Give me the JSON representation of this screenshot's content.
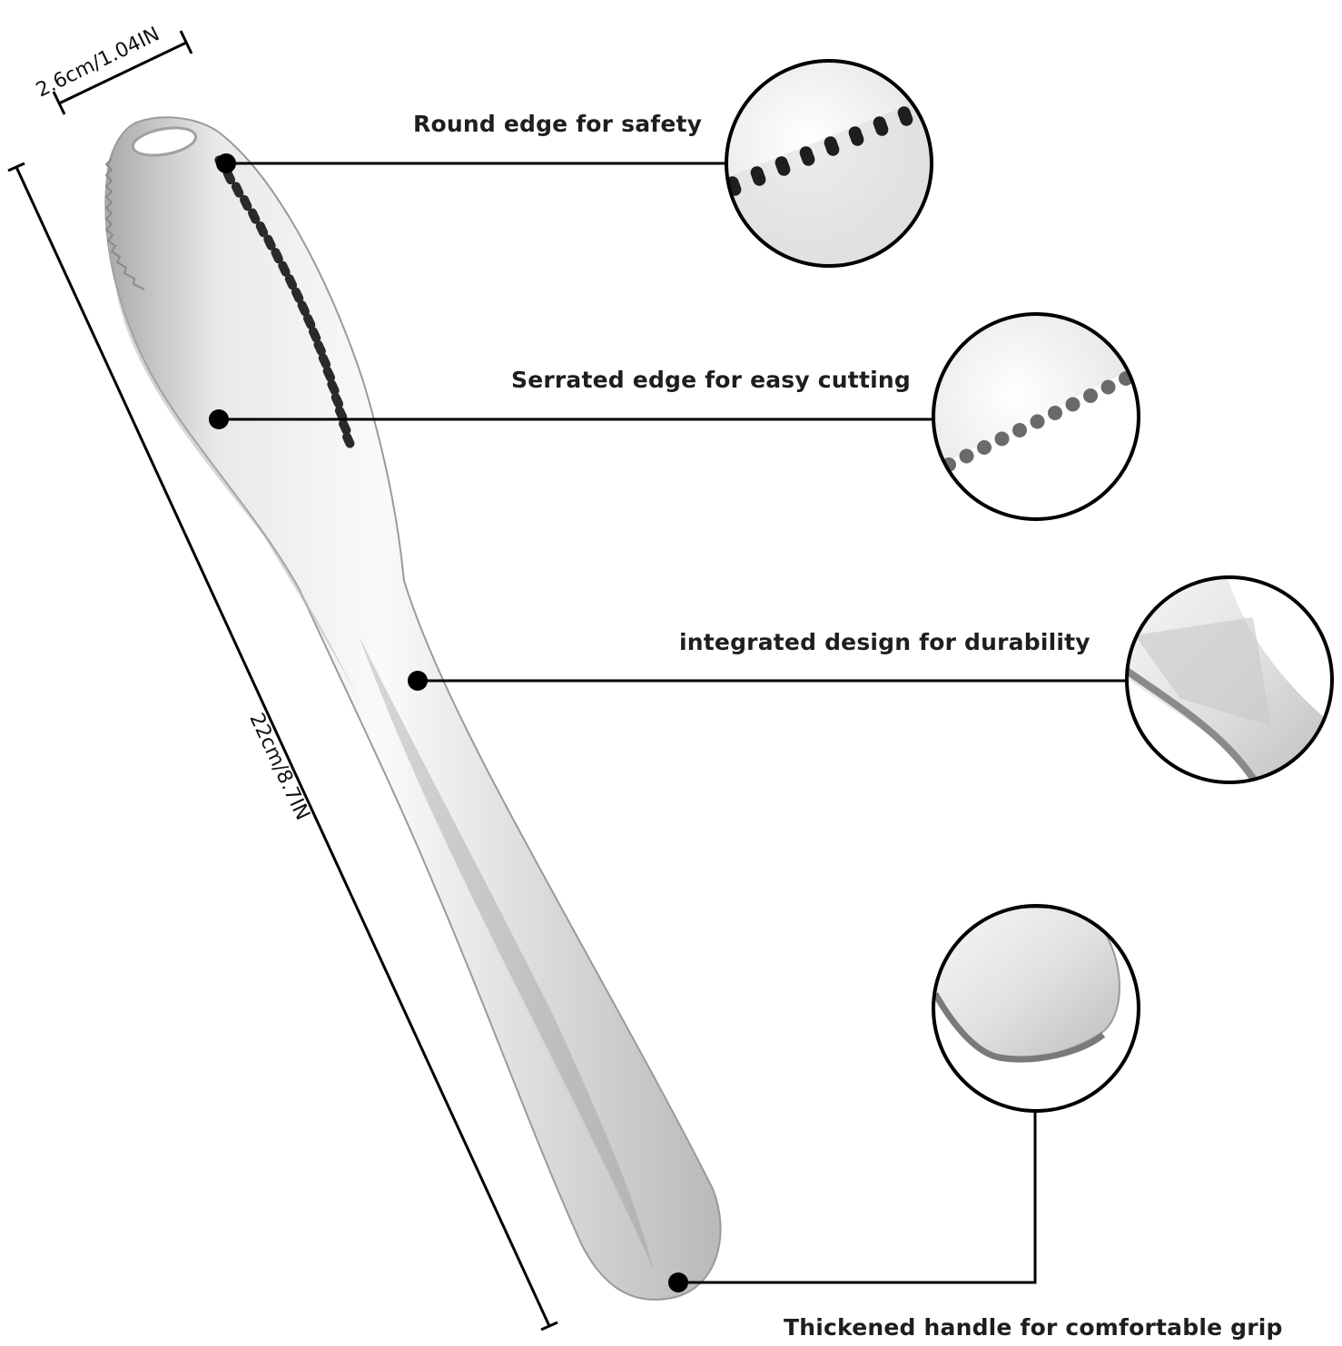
{
  "dimensions": {
    "width_label": "2.6cm/1.04IN",
    "length_label": "22cm/8.7IN"
  },
  "callouts": [
    {
      "text": "Round edge for safety",
      "detail": "holes-closeup-icon"
    },
    {
      "text": "Serrated edge for easy cutting",
      "detail": "serration-closeup-icon"
    },
    {
      "text": "integrated design for durability",
      "detail": "neck-closeup-icon"
    },
    {
      "text": "Thickened handle for comfortable grip",
      "detail": "handle-end-closeup-icon"
    }
  ],
  "colors": {
    "line": "#000000",
    "metal_light": "#f4f4f4",
    "metal_mid": "#d6d6d6",
    "metal_dark": "#9a9a9a",
    "text": "#1e1e1e"
  }
}
